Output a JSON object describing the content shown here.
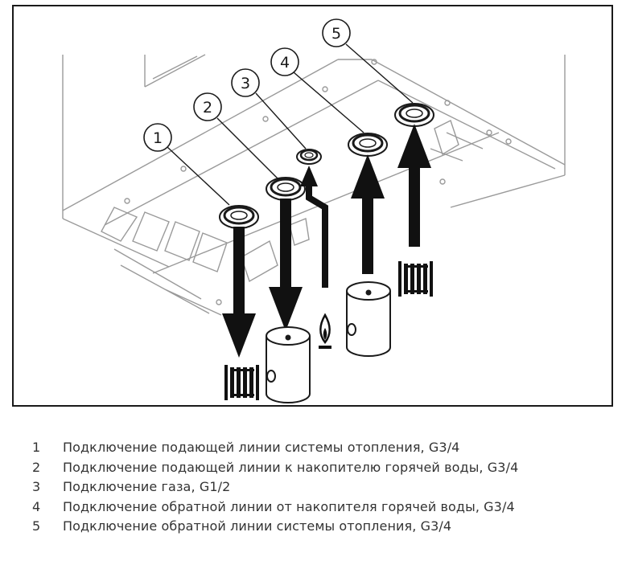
{
  "callouts": [
    "1",
    "2",
    "3",
    "4",
    "5"
  ],
  "legend": [
    {
      "num": "1",
      "text": "Подключение подающей линии системы отопления, G3/4"
    },
    {
      "num": "2",
      "text": "Подключение подающей линии к накопителю горячей воды, G3/4"
    },
    {
      "num": "3",
      "text": "Подключение газа, G1/2"
    },
    {
      "num": "4",
      "text": "Подключение обратной линии от накопителя горячей воды, G3/4"
    },
    {
      "num": "5",
      "text": "Подключение обратной линии системы отопления, G3/4"
    }
  ],
  "icons": [
    "radiator-icon",
    "hot-water-tank-icon",
    "gas-flame-icon"
  ]
}
